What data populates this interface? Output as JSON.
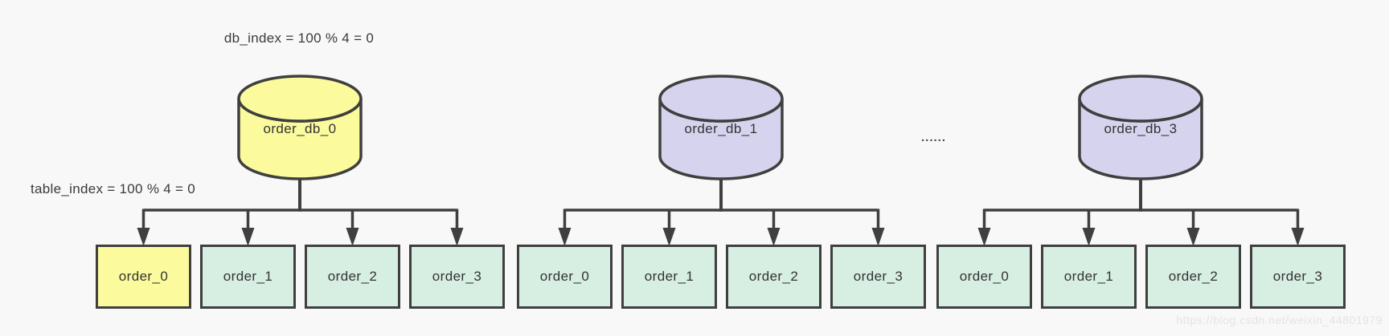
{
  "annotations": {
    "db_index_formula": "db_index = 100 % 4 = 0",
    "table_index_formula": "table_index = 100 % 4 = 0",
    "ellipsis": "......",
    "watermark": "https://blog.csdn.net/weixin_44801979"
  },
  "colors": {
    "background": "#f8f8f8",
    "stroke": "#3f3f3f",
    "text": "#333333",
    "highlight_yellow": "#fbfb9d",
    "lavender": "#d6d3ee",
    "mint": "#d7eee3",
    "watermark": "#e4e4e4"
  },
  "databases": [
    {
      "label": "order_db_0",
      "fill": "#fbfb9d",
      "tables": [
        {
          "label": "order_0",
          "fill": "#fbfb9d"
        },
        {
          "label": "order_1",
          "fill": "#d7eee3"
        },
        {
          "label": "order_2",
          "fill": "#d7eee3"
        },
        {
          "label": "order_3",
          "fill": "#d7eee3"
        }
      ]
    },
    {
      "label": "order_db_1",
      "fill": "#d6d3ee",
      "tables": [
        {
          "label": "order_0",
          "fill": "#d7eee3"
        },
        {
          "label": "order_1",
          "fill": "#d7eee3"
        },
        {
          "label": "order_2",
          "fill": "#d7eee3"
        },
        {
          "label": "order_3",
          "fill": "#d7eee3"
        }
      ]
    },
    {
      "label": "order_db_3",
      "fill": "#d6d3ee",
      "tables": [
        {
          "label": "order_0",
          "fill": "#d7eee3"
        },
        {
          "label": "order_1",
          "fill": "#d7eee3"
        },
        {
          "label": "order_2",
          "fill": "#d7eee3"
        },
        {
          "label": "order_3",
          "fill": "#d7eee3"
        }
      ]
    }
  ]
}
